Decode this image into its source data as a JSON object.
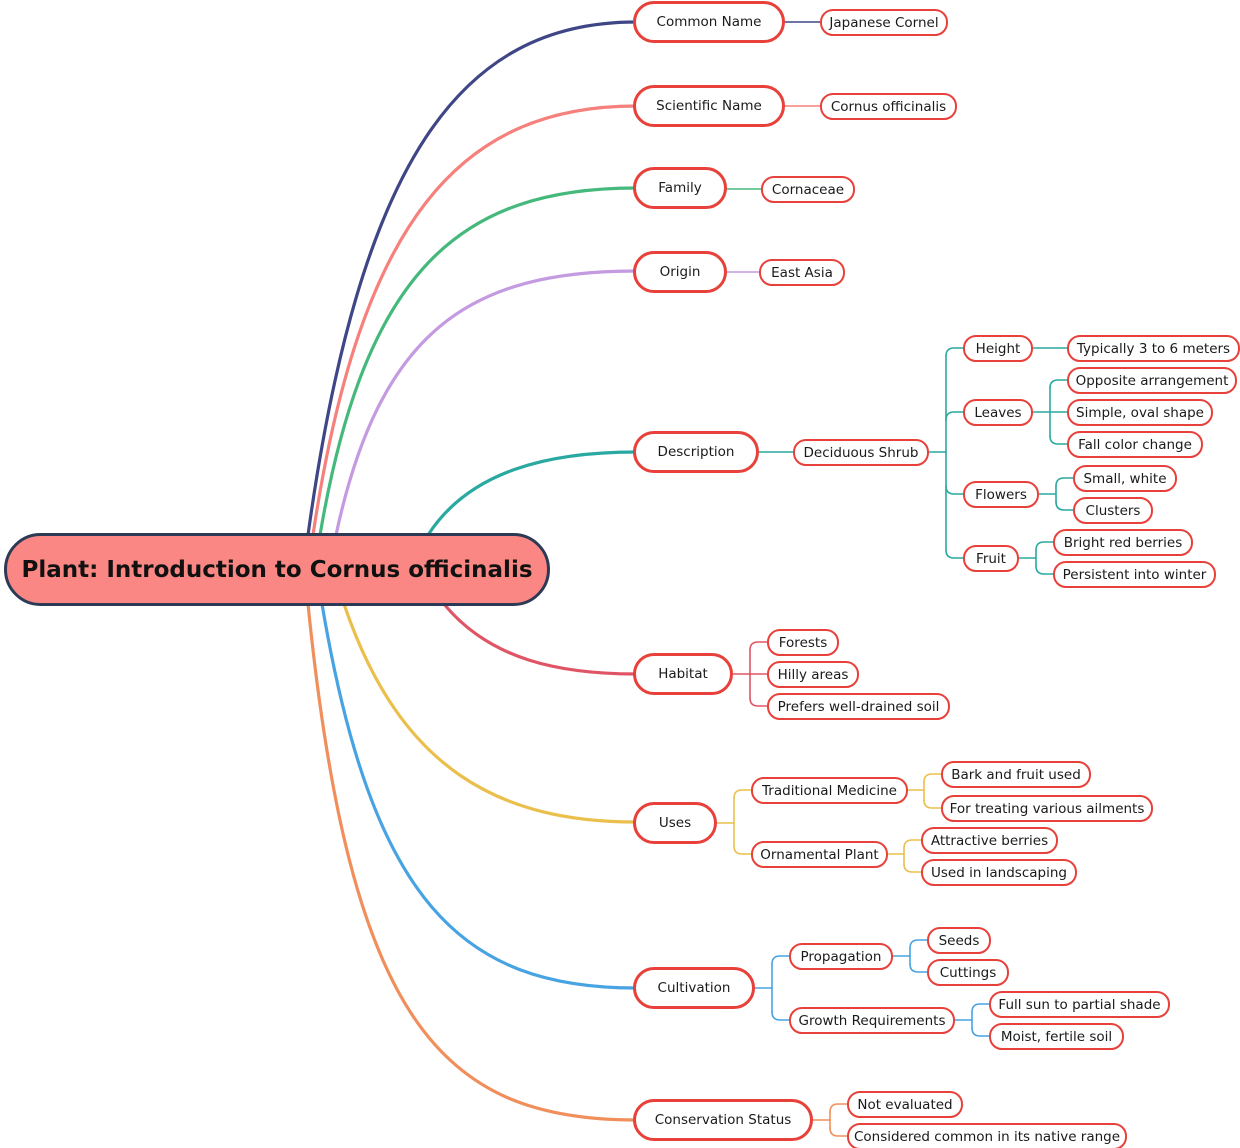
{
  "root": {
    "label": "Plant: Introduction to Cornus officinalis"
  },
  "branches": {
    "common_name": {
      "label": "Common Name",
      "color": "#3f4686",
      "children": {
        "japanese_cornel": "Japanese Cornel"
      }
    },
    "scientific_name": {
      "label": "Scientific Name",
      "color": "#f6817c",
      "children": {
        "cornus_officinalis": "Cornus officinalis"
      }
    },
    "family": {
      "label": "Family",
      "color": "#45b97c",
      "children": {
        "cornaceae": "Cornaceae"
      }
    },
    "origin": {
      "label": "Origin",
      "color": "#c49ae0",
      "children": {
        "east_asia": "East Asia"
      }
    },
    "description": {
      "label": "Description",
      "color": "#2aa9a1",
      "children": {
        "deciduous_shrub": "Deciduous Shrub",
        "height": "Height",
        "height_value": "Typically 3 to 6 meters",
        "leaves": "Leaves",
        "leaves_arrangement": "Opposite arrangement",
        "leaves_shape": "Simple, oval shape",
        "leaves_fall": "Fall color change",
        "flowers": "Flowers",
        "flowers_small": "Small, white",
        "flowers_clusters": "Clusters",
        "fruit": "Fruit",
        "fruit_berries": "Bright red berries",
        "fruit_persistent": "Persistent into winter"
      }
    },
    "habitat": {
      "label": "Habitat",
      "color": "#e05565",
      "children": {
        "forests": "Forests",
        "hilly_areas": "Hilly areas",
        "soil": "Prefers well-drained soil"
      }
    },
    "uses": {
      "label": "Uses",
      "color": "#eabf4b",
      "children": {
        "traditional_medicine": "Traditional Medicine",
        "bark_fruit": "Bark and fruit used",
        "ailments": "For treating various ailments",
        "ornamental_plant": "Ornamental Plant",
        "attractive_berries": "Attractive berries",
        "landscaping": "Used in landscaping"
      }
    },
    "cultivation": {
      "label": "Cultivation",
      "color": "#47a3e2",
      "children": {
        "propagation": "Propagation",
        "seeds": "Seeds",
        "cuttings": "Cuttings",
        "growth_requirements": "Growth Requirements",
        "sun": "Full sun to partial shade",
        "soil": "Moist, fertile soil"
      }
    },
    "conservation_status": {
      "label": "Conservation Status",
      "color": "#f08f5c",
      "children": {
        "not_evaluated": "Not evaluated",
        "common_range": "Considered common in its native range"
      }
    }
  }
}
